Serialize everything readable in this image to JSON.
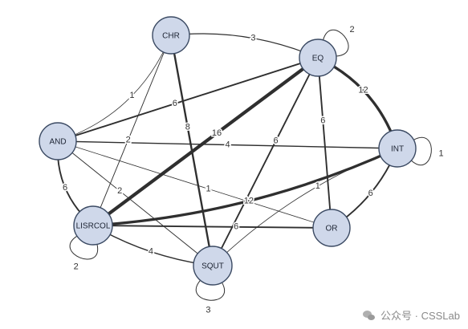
{
  "nodes": [
    {
      "id": "CHR",
      "label": "CHR"
    },
    {
      "id": "EQ",
      "label": "EQ"
    },
    {
      "id": "AND",
      "label": "AND"
    },
    {
      "id": "INT",
      "label": "INT"
    },
    {
      "id": "LISRCOL",
      "label": "LISRCOL"
    },
    {
      "id": "OR",
      "label": "OR"
    },
    {
      "id": "SQUT",
      "label": "SQUT"
    }
  ],
  "edges": [
    {
      "from": "CHR",
      "to": "EQ",
      "weight": "3"
    },
    {
      "from": "CHR",
      "to": "AND",
      "weight": "1"
    },
    {
      "from": "CHR",
      "to": "LISRCOL",
      "weight": "2"
    },
    {
      "from": "CHR",
      "to": "SQUT",
      "weight": "8"
    },
    {
      "from": "EQ",
      "to": "AND",
      "weight": "6"
    },
    {
      "from": "EQ",
      "to": "INT",
      "weight": "12"
    },
    {
      "from": "EQ",
      "to": "LISRCOL",
      "weight": "16"
    },
    {
      "from": "EQ",
      "to": "SQUT",
      "weight": "6"
    },
    {
      "from": "EQ",
      "to": "OR",
      "weight": "6"
    },
    {
      "from": "AND",
      "to": "INT",
      "weight": "4"
    },
    {
      "from": "AND",
      "to": "LISRCOL",
      "weight": "6"
    },
    {
      "from": "AND",
      "to": "SQUT",
      "weight": "2"
    },
    {
      "from": "AND",
      "to": "OR",
      "weight": "1"
    },
    {
      "from": "INT",
      "to": "LISRCOL",
      "weight": "12"
    },
    {
      "from": "INT",
      "to": "SQUT",
      "weight": "1"
    },
    {
      "from": "INT",
      "to": "OR",
      "weight": "6"
    },
    {
      "from": "LISRCOL",
      "to": "OR",
      "weight": "6"
    },
    {
      "from": "LISRCOL",
      "to": "SQUT",
      "weight": "4"
    }
  ],
  "self_loops": [
    {
      "node": "EQ",
      "weight": "2"
    },
    {
      "node": "INT",
      "weight": "1"
    },
    {
      "node": "LISRCOL",
      "weight": "2"
    },
    {
      "node": "SQUT",
      "weight": "3"
    }
  ],
  "watermark": {
    "text": "公众号 · CSSLab",
    "icon": "wechat-icon"
  }
}
